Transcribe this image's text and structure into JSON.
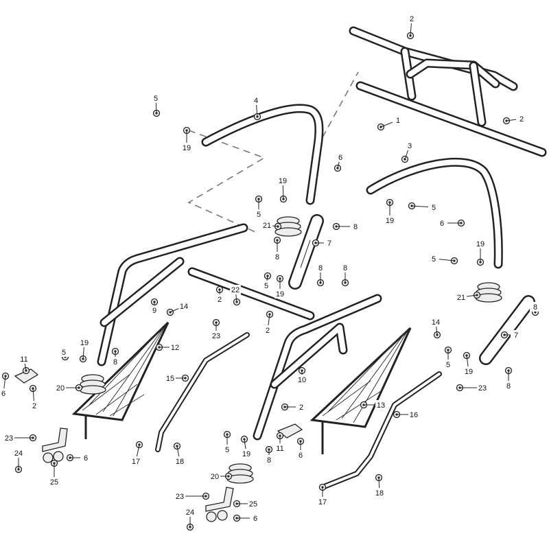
{
  "diagram": {
    "type": "exploded parts diagram",
    "callouts": [
      "2",
      "1",
      "2",
      "5",
      "4",
      "19",
      "6",
      "3",
      "19",
      "5",
      "21",
      "8",
      "7",
      "8",
      "5",
      "19",
      "6",
      "19",
      "5",
      "8",
      "8",
      "5",
      "19",
      "22",
      "2",
      "9",
      "14",
      "21",
      "8",
      "2",
      "23",
      "12",
      "14",
      "7",
      "19",
      "8",
      "5",
      "11",
      "10",
      "5",
      "19",
      "8",
      "23",
      "15",
      "6",
      "20",
      "2",
      "13",
      "2",
      "16",
      "23",
      "6",
      "5",
      "19",
      "11",
      "6",
      "17",
      "18",
      "8",
      "24",
      "25",
      "20",
      "18",
      "17",
      "23",
      "25",
      "24",
      "6"
    ]
  }
}
